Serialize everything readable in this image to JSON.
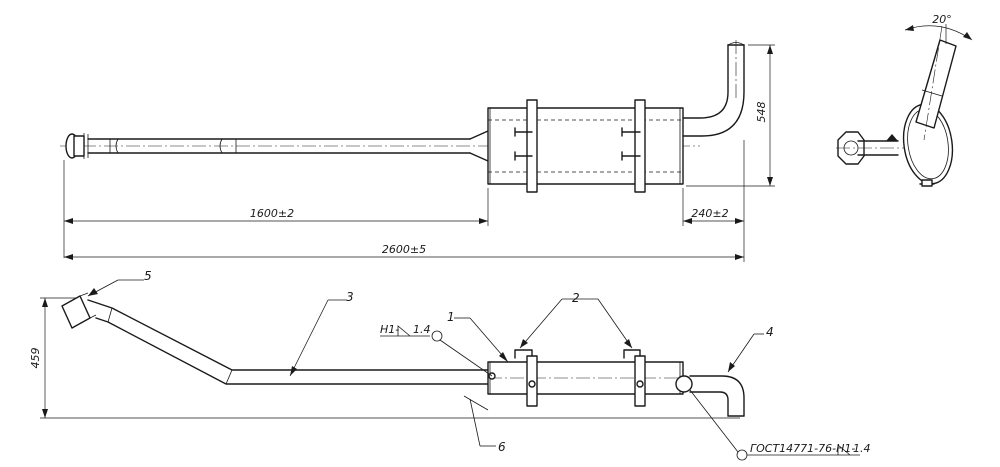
{
  "dimensions": {
    "d1600": "1600±2",
    "d240": "240±2",
    "d2600": "2600±5",
    "d548": "548",
    "d459": "459",
    "angle": "20°"
  },
  "callouts": {
    "c1": "1",
    "c2": "2",
    "c3": "3",
    "c4": "4",
    "c5": "5",
    "c6": "6"
  },
  "welds": {
    "weld_left": {
      "code": "H1-",
      "size": "1.4"
    },
    "weld_right": {
      "code": "ГОСТ14771-76-H1-",
      "size": "1.4"
    }
  }
}
